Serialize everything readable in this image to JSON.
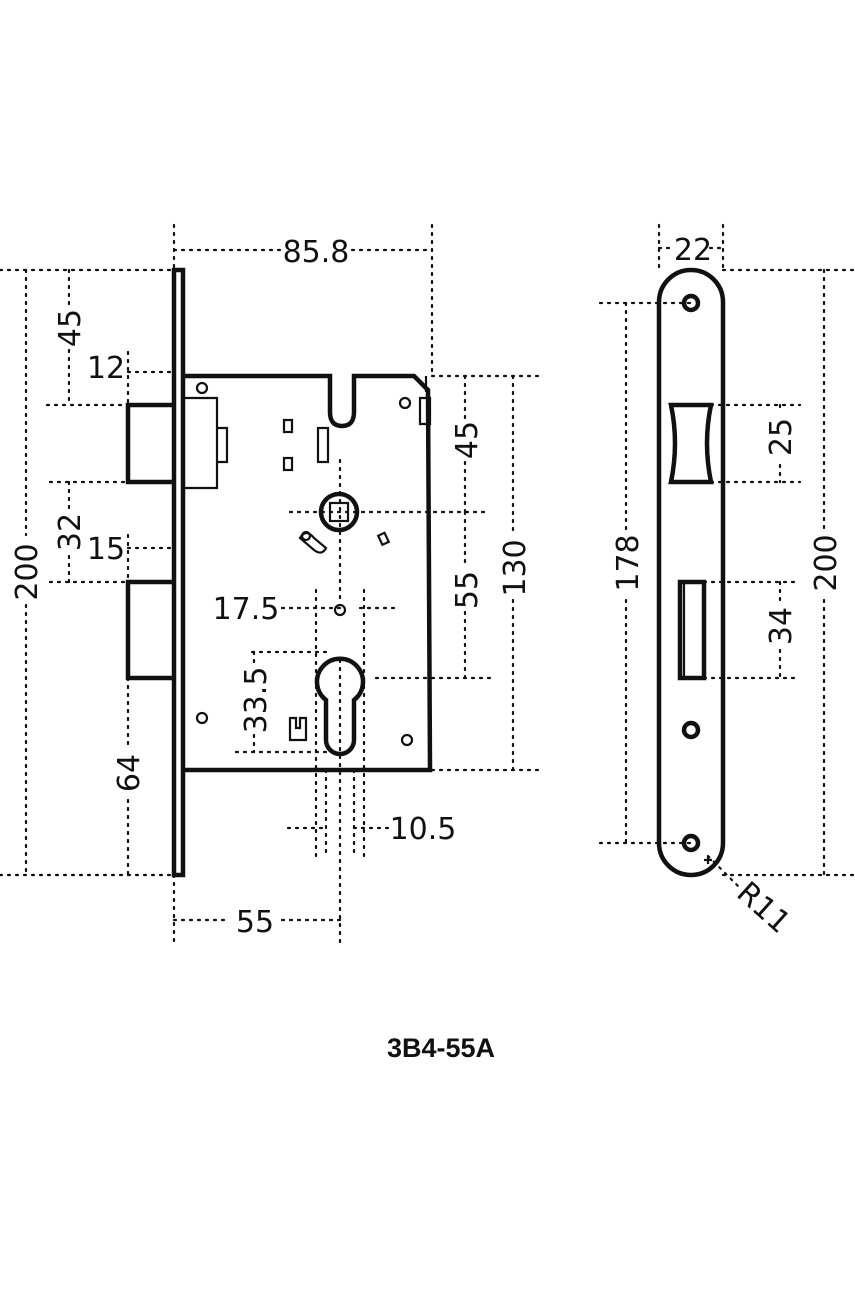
{
  "drawing": {
    "model_label": "3B4-55A",
    "front_view": {
      "dim_width_total": "85.8",
      "dim_faceplate_height": "200",
      "dim_top_to_latch": "45",
      "dim_latch_projection": "12",
      "dim_latch_to_bolt": "32",
      "dim_bolt_projection": "15",
      "dim_backset_bottom": "64",
      "dim_spindle_to_cylinder_gap": "17.5",
      "dim_cylinder_offset": "33.5",
      "dim_cylinder_width": "10.5",
      "dim_backset": "55",
      "dim_case_top_to_spindle": "45",
      "dim_spindle_to_cylinder": "55",
      "dim_case_height": "130"
    },
    "side_view": {
      "dim_faceplate_width": "22",
      "dim_screw_spacing": "178",
      "dim_latch_opening": "25",
      "dim_bolt_opening": "34",
      "dim_faceplate_height": "200",
      "dim_corner_radius": "R11"
    }
  }
}
